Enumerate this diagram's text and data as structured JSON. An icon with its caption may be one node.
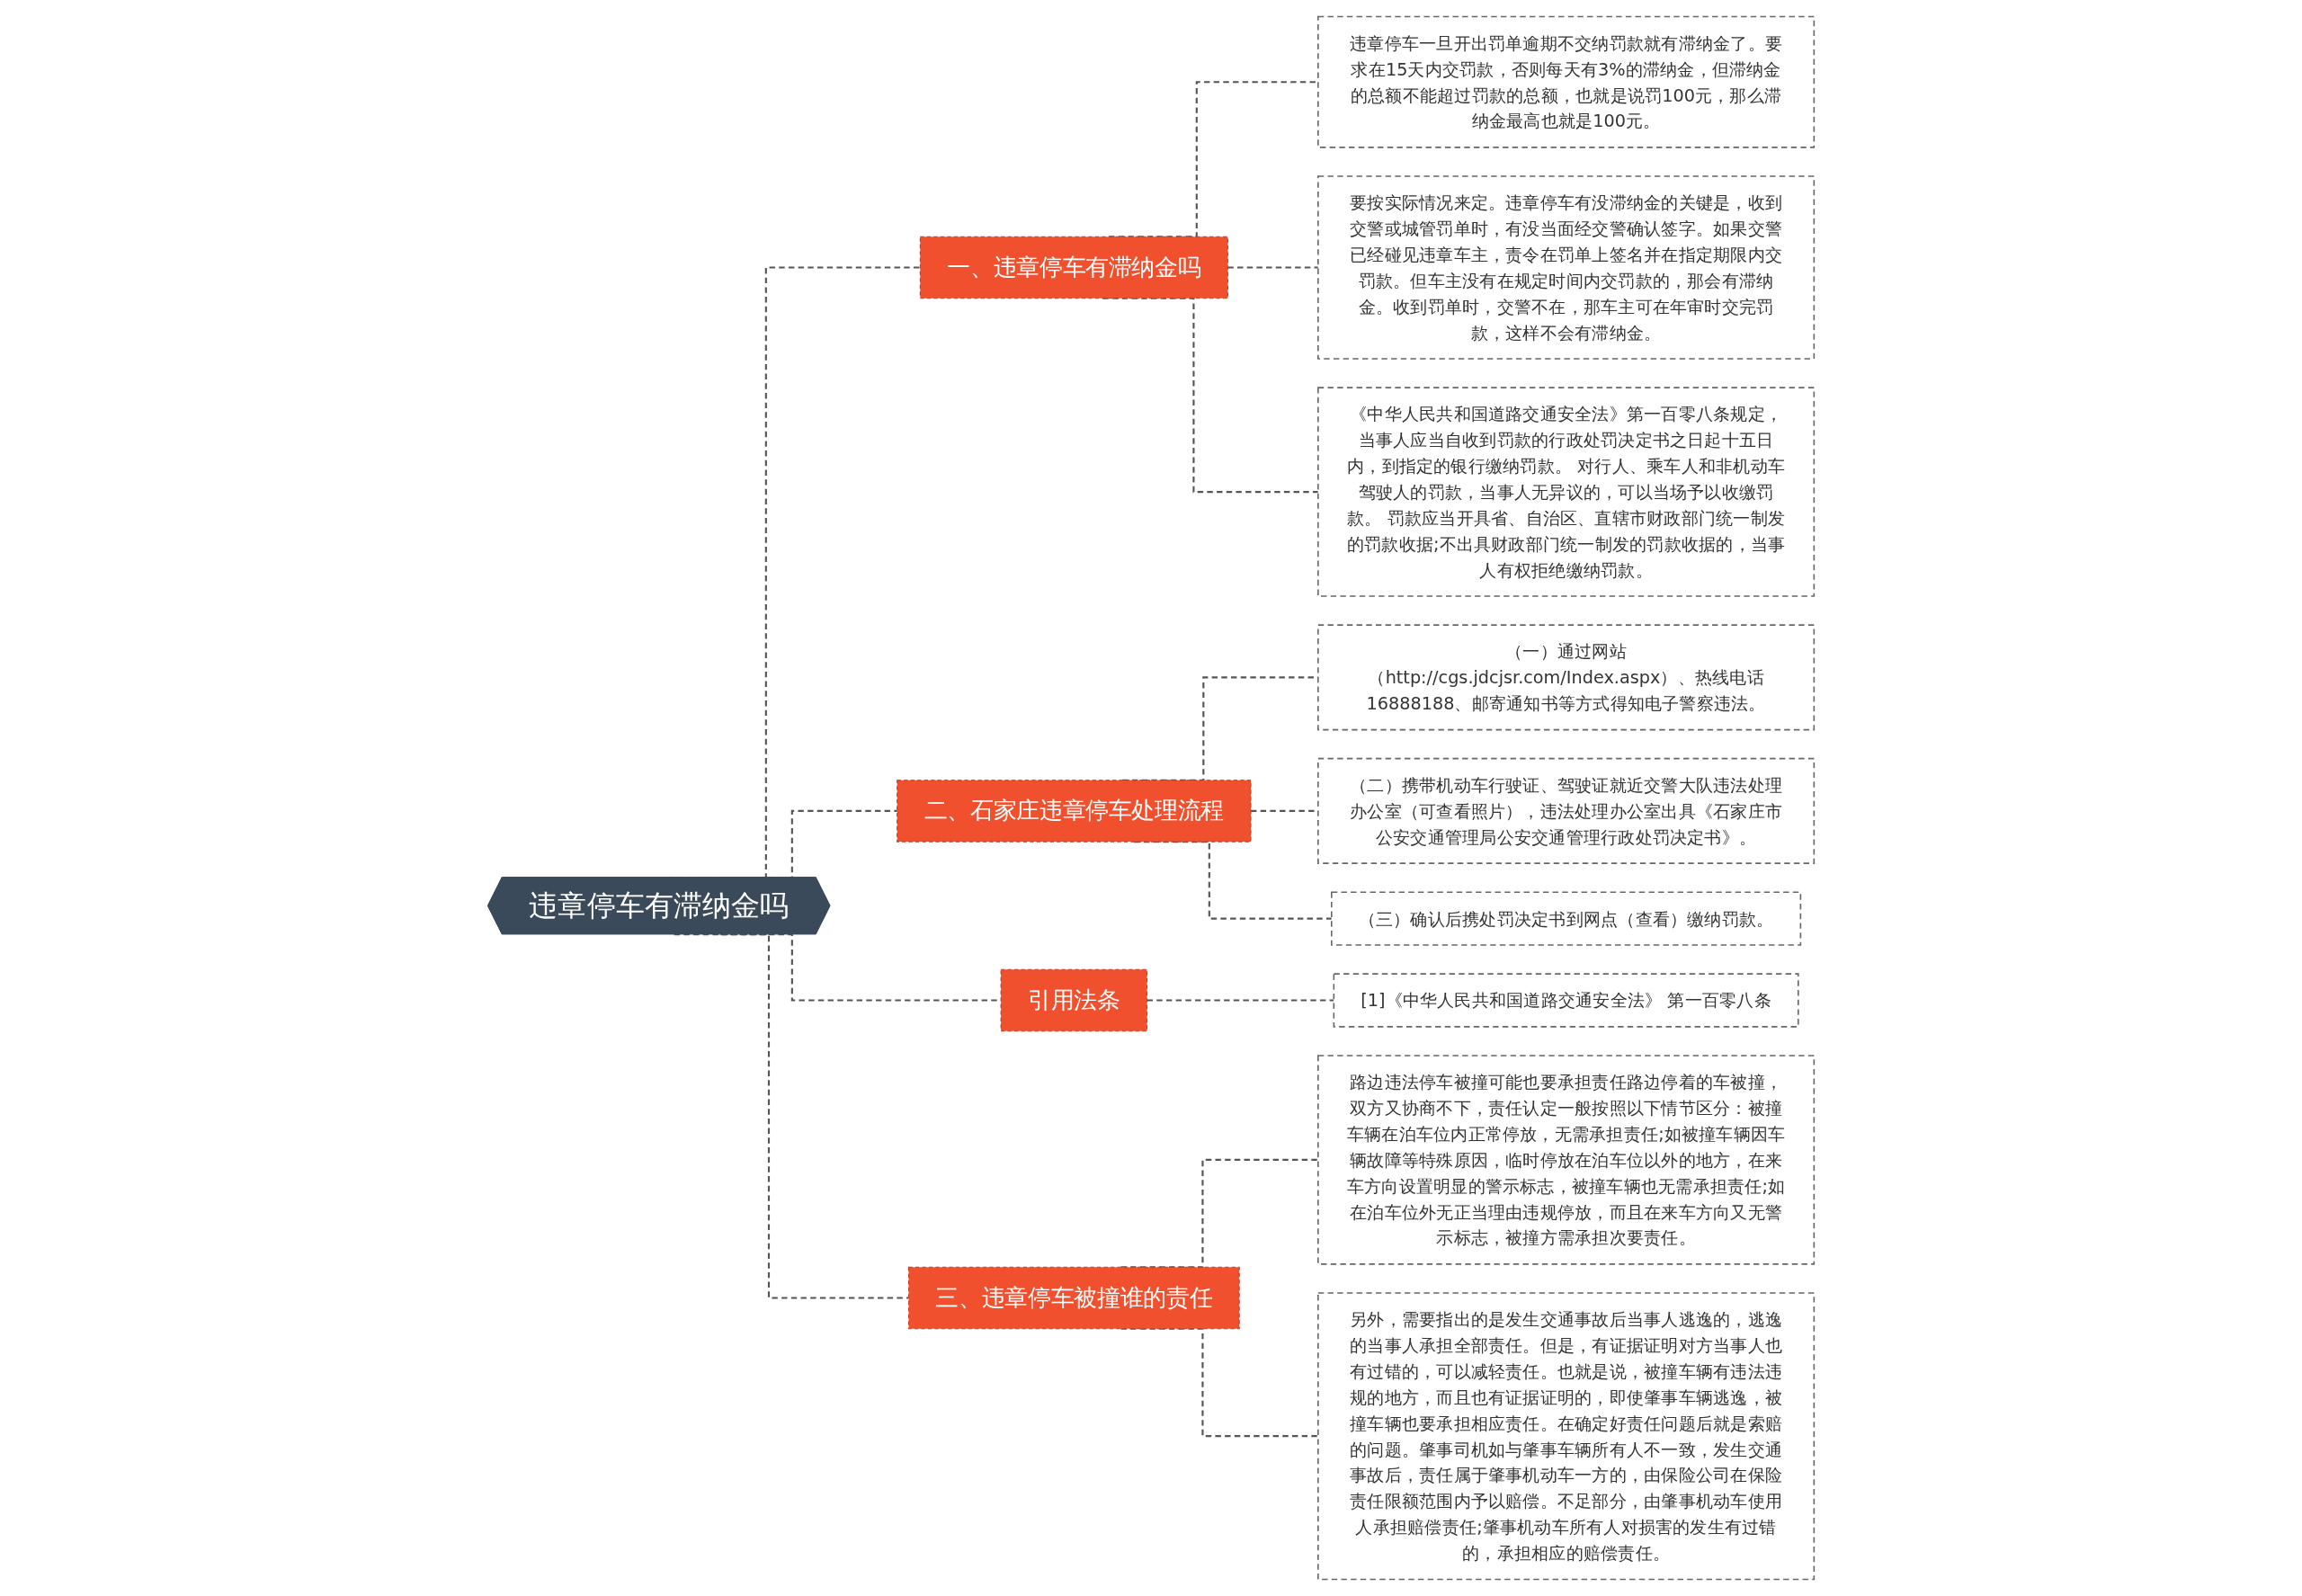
{
  "diagram": {
    "nodes": [
      {
        "text": [
          "违章停车有滞纳金吗"
        ]
      },
      {
        "text": [
          "一、违章停车有滞纳金吗"
        ]
      },
      {
        "text": [
          "违章停车一旦开出罚单逾期不交纳罚款就有滞纳金了。要求在15天内交罚款，否则每天有3%的滞纳金，但滞纳金的总额不能超过罚款的总额，也就是说罚100元，那么滞纳金最高也就是100元。"
        ]
      },
      {
        "text": [
          "要按实际情况来定。违章停车有没滞纳金的关键是，收到交警或城管罚单时，有没当面经交警确认签字。如果交警已经碰见违章车主，责令在罚单上签名并在指定期限内交罚款。但车主没有在规定时间内交罚款的，那会有滞纳金。收到罚单时，交警不在，那车主可在年审时交完罚款，这样不会有滞纳金。"
        ]
      },
      {
        "text": [
          "《中华人民共和国道路交通安全法》第一百零八条规定，当事人应当自收到罚款的行政处罚决定书之日起十五日内，到指定的银行缴纳罚款。 对行人、乘车人和非机动车驾驶人的罚款，当事人无异议的，可以当场予以收缴罚款。 罚款应当开具省、自治区、直辖市财政部门统一制发的罚款收据;不出具财政部门统一制发的罚款收据的，当事人有权拒绝缴纳罚款。"
        ]
      },
      {
        "text": [
          "二、石家庄违章停车处理流程"
        ]
      },
      {
        "text": [
          "（一）通过网站（http://cgs.jdcjsr.com/Index.aspx）、热线电话16888188、邮寄通知书等方式得知电子警察违法。"
        ]
      },
      {
        "text": [
          "（二）携带机动车行驶证、驾驶证就近交警大队违法处理办公室（可查看照片），违法处理办公室出具《石家庄市公安交通管理局公安交通管理行政处罚决定书》。"
        ]
      },
      {
        "text": [
          "（三）确认后携处罚决定书到网点（查看）缴纳罚款。"
        ]
      },
      {
        "text": [
          "引用法条"
        ]
      },
      {
        "text": [
          "[1]《中华人民共和国道路交通安全法》 第一百零八条"
        ]
      },
      {
        "text": [
          "三、违章停车被撞谁的责任"
        ]
      },
      {
        "text": [
          "路边违法停车被撞可能也要承担责任路边停着的车被撞，双方又协商不下，责任认定一般按照以下情节区分：被撞车辆在泊车位内正常停放，无需承担责任;如被撞车辆因车辆故障等特殊原因，临时停放在泊车位以外的地方，在来车方向设置明显的警示标志，被撞车辆也无需承担责任;如在泊车位外无正当理由违规停放，而且在来车方向又无警示标志，被撞方需承担次要责任。"
        ]
      },
      {
        "text": [
          "另外，需要指出的是发生交通事故后当事人逃逸的，逃逸的当事人承担全部责任。但是，有证据证明对方当事人也有过错的，可以减轻责任。也就是说，被撞车辆有违法违规的地方，而且也有证据证明的，即使肇事车辆逃逸，被撞车辆也要承担相应责任。在确定好责任问题后就是索赔的问题。肇事司机如与肇事车辆所有人不一致，发生交通事故后，责任属于肇事机动车一方的，由保险公司在保险责任限额范围内予以赔偿。不足部分，由肇事机动车使用人承担赔偿责任;肇事机动车所有人对损害的发生有过错的，承担相应的赔偿责任。"
        ]
      }
    ],
    "edges": [
      {
        "from": 0,
        "to": 1,
        "arrow": "none",
        "style": "dashed"
      },
      {
        "from": 1,
        "to": 2,
        "arrow": "none",
        "style": "dashed"
      },
      {
        "from": 1,
        "to": 3,
        "arrow": "none",
        "style": "dashed"
      },
      {
        "from": 1,
        "to": 4,
        "arrow": "none",
        "style": "dashed"
      },
      {
        "from": 0,
        "to": 5,
        "arrow": "none",
        "style": "dashed"
      },
      {
        "from": 5,
        "to": 6,
        "arrow": "none",
        "style": "dashed"
      },
      {
        "from": 5,
        "to": 7,
        "arrow": "none",
        "style": "dashed"
      },
      {
        "from": 5,
        "to": 8,
        "arrow": "none",
        "style": "dashed"
      },
      {
        "from": 0,
        "to": 9,
        "arrow": "none",
        "style": "dashed"
      },
      {
        "from": 9,
        "to": 10,
        "arrow": "none",
        "style": "dashed"
      },
      {
        "from": 0,
        "to": 11,
        "arrow": "none",
        "style": "dashed"
      },
      {
        "from": 11,
        "to": 12,
        "arrow": "none",
        "style": "dashed"
      },
      {
        "from": 11,
        "to": 13,
        "arrow": "none",
        "style": "dashed"
      }
    ]
  }
}
